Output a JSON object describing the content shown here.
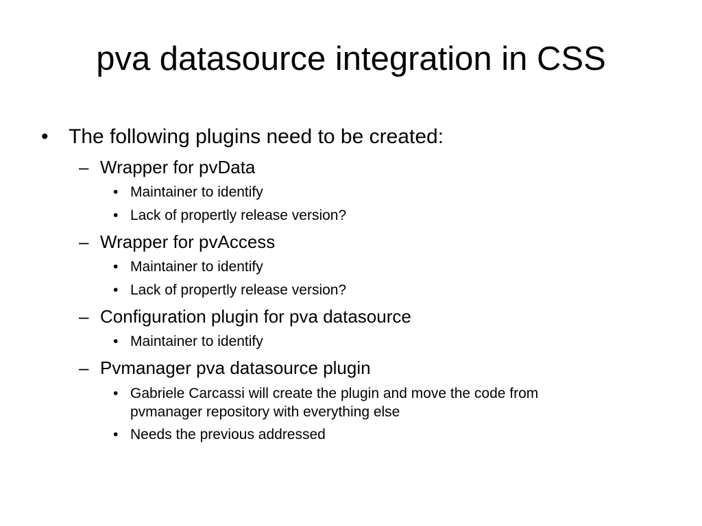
{
  "slide": {
    "title": "pva datasource integration in CSS",
    "bullets": {
      "b1": {
        "marker": "•",
        "text": "The following plugins need to be created:"
      },
      "s1": {
        "marker": "–",
        "text": "Wrapper for pvData",
        "items": [
          "Maintainer to identify",
          "Lack of propertly release version?"
        ]
      },
      "s2": {
        "marker": "–",
        "text": "Wrapper for pvAccess",
        "items": [
          "Maintainer to identify",
          "Lack of propertly release version?"
        ]
      },
      "s3": {
        "marker": "–",
        "text": "Configuration plugin for pva datasource",
        "items": [
          "Maintainer to identify"
        ]
      },
      "s4": {
        "marker": "–",
        "text": "Pvmanager pva datasource plugin",
        "items": [
          "Gabriele Carcassi will create the plugin and move the code from",
          "pvmanager repository with everything else",
          "Needs the previous addressed"
        ]
      },
      "sub_marker": "•"
    }
  }
}
